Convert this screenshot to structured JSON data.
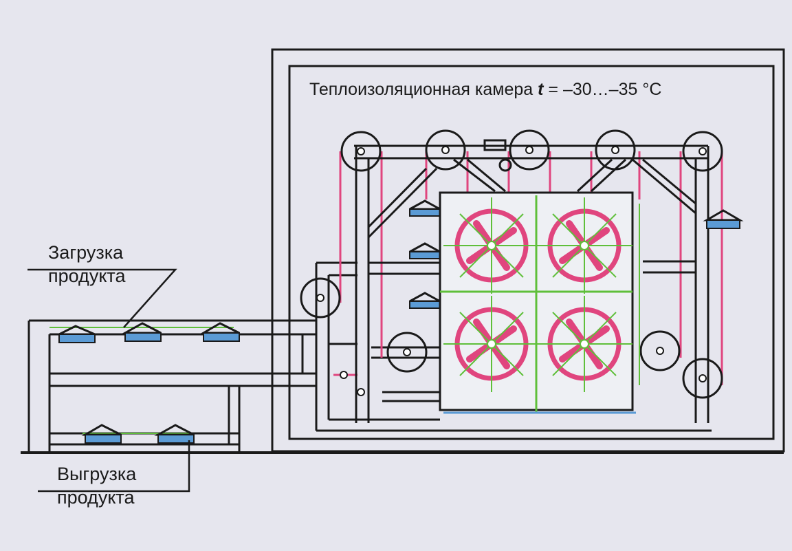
{
  "title": {
    "prefix": "Теплоизоляционная камера",
    "variable": "t",
    "suffix": " = –30…–35 °C"
  },
  "labels": {
    "loading_line1": "Загрузка",
    "loading_line2": "продукта",
    "unloading_line1": "Выгрузка",
    "unloading_line2": "продукта"
  },
  "colors": {
    "background": "#e6e6ee",
    "line": "#1a1a1a",
    "fan": "#e0457e",
    "chain": "#e0457e",
    "guide": "#5fbf3a",
    "tray": "#5b9bd5"
  }
}
